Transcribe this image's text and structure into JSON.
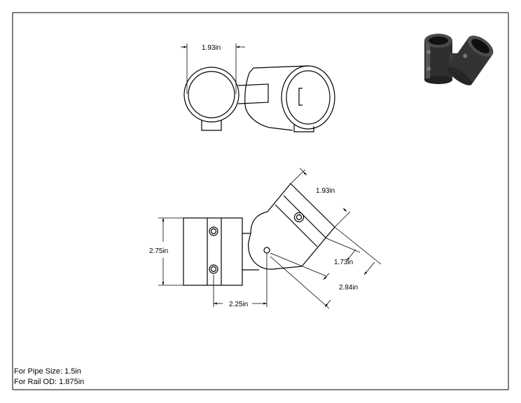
{
  "drawing": {
    "views": [
      "top-view",
      "side-view",
      "iso-preview"
    ],
    "line_color": "#000000",
    "preview_fill": "#3a3a3a"
  },
  "dimensions": {
    "top_width": "1.93in",
    "angled_width": "1.93in",
    "height": "2.75in",
    "offset": "2.25in",
    "mid_length": "1.73in",
    "overall_length": "2.84in"
  },
  "notes": {
    "pipe_size": "For Pipe Size: 1.5in",
    "rail_od": "For Rail OD: 1.875in"
  }
}
